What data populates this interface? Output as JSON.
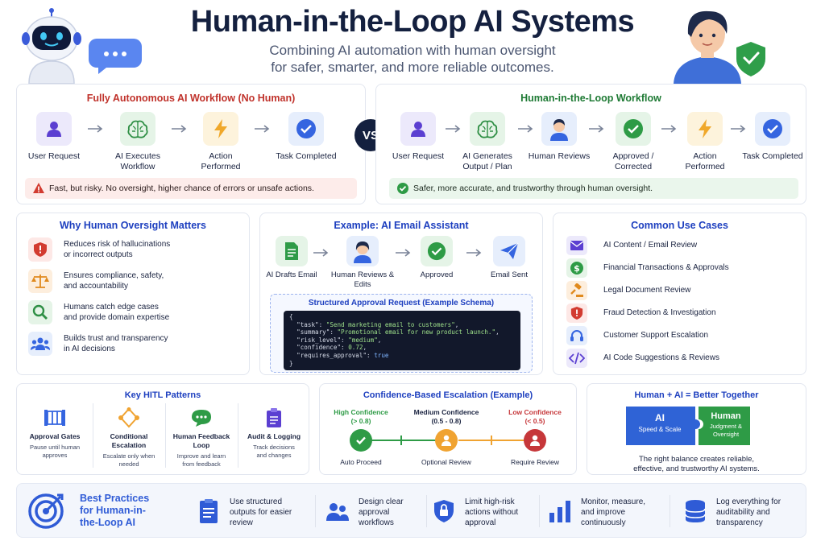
{
  "header": {
    "title": "Human-in-the-Loop AI Systems",
    "subtitle_line1": "Combining AI automation with human oversight",
    "subtitle_line2": "for safer, smarter, and more reliable outcomes."
  },
  "autonomous": {
    "title": "Fully Autonomous AI Workflow (No Human)",
    "steps": [
      {
        "label": "User Request",
        "icon": "user-icon"
      },
      {
        "label": "AI Executes Workflow",
        "icon": "brain-icon"
      },
      {
        "label": "Action Performed",
        "icon": "lightning-icon"
      },
      {
        "label": "Task Completed",
        "icon": "check-circle-icon"
      }
    ],
    "note": "Fast, but risky. No oversight, higher chance of errors or unsafe actions."
  },
  "vs_label": "VS",
  "hitl": {
    "title": "Human-in-the-Loop Workflow",
    "steps": [
      {
        "label": "User Request",
        "icon": "user-icon"
      },
      {
        "label": "AI Generates Output / Plan",
        "icon": "brain-icon"
      },
      {
        "label": "Human Reviews",
        "icon": "reviewer-icon"
      },
      {
        "label": "Approved / Corrected",
        "icon": "check-circle-icon"
      },
      {
        "label": "Action Performed",
        "icon": "lightning-icon"
      },
      {
        "label": "Task Completed",
        "icon": "check-circle-icon"
      }
    ],
    "note": "Safer, more accurate, and trustworthy through human oversight."
  },
  "why": {
    "title": "Why Human Oversight Matters",
    "items": [
      {
        "line1": "Reduces risk of hallucinations",
        "line2": "or incorrect outputs",
        "icon": "shield-icon"
      },
      {
        "line1": "Ensures compliance, safety,",
        "line2": "and accountability",
        "icon": "scales-icon"
      },
      {
        "line1": "Humans catch edge cases",
        "line2": "and provide domain expertise",
        "icon": "magnifier-icon"
      },
      {
        "line1": "Builds trust and transparency",
        "line2": "in AI decisions",
        "icon": "people-icon"
      }
    ]
  },
  "email": {
    "title": "Example: AI Email Assistant",
    "steps": [
      {
        "label": "AI Drafts Email",
        "icon": "document-icon"
      },
      {
        "label": "Human Reviews & Edits",
        "icon": "reviewer-icon"
      },
      {
        "label": "Approved",
        "icon": "check-circle-icon"
      },
      {
        "label": "Email Sent",
        "icon": "paper-plane-icon"
      }
    ],
    "schema_title": "Structured Approval Request (Example Schema)",
    "schema": {
      "task_key": "\"task\"",
      "task_val": "\"Send marketing email to customers\"",
      "summary_key": "\"summary\"",
      "summary_val": "\"Promotional email for new product launch.\"",
      "risk_key": "\"risk_level\"",
      "risk_val": "\"medium\"",
      "confidence_key": "\"confidence\"",
      "confidence_val": "0.72",
      "approval_key": "\"requires_approval\"",
      "approval_val": "true"
    }
  },
  "use_cases": {
    "title": "Common Use Cases",
    "items": [
      {
        "label": "AI Content / Email Review",
        "icon": "envelope-icon"
      },
      {
        "label": "Financial Transactions & Approvals",
        "icon": "dollar-icon"
      },
      {
        "label": "Legal Document Review",
        "icon": "gavel-icon"
      },
      {
        "label": "Fraud Detection & Investigation",
        "icon": "shield-icon"
      },
      {
        "label": "Customer Support Escalation",
        "icon": "headset-icon"
      },
      {
        "label": "AI Code Suggestions & Reviews",
        "icon": "code-icon"
      }
    ]
  },
  "patterns": {
    "title": "Key HITL Patterns",
    "items": [
      {
        "name": "Approval Gates",
        "desc1": "Pause until human",
        "desc2": "approves",
        "icon": "gate-icon"
      },
      {
        "name": "Conditional Escalation",
        "desc1": "Escalate only when",
        "desc2": "needed",
        "icon": "branch-icon"
      },
      {
        "name": "Human Feedback Loop",
        "desc1": "Improve and learn",
        "desc2": "from feedback",
        "icon": "chat-icon"
      },
      {
        "name": "Audit & Logging",
        "desc1": "Track decisions",
        "desc2": "and changes",
        "icon": "clipboard-icon"
      }
    ]
  },
  "confidence": {
    "title": "Confidence-Based Escalation (Example)",
    "levels": [
      {
        "name": "High Confidence",
        "range": "(> 0.8)",
        "action": "Auto Proceed",
        "color": "#2e9b46"
      },
      {
        "name": "Medium Confidence",
        "range": "(0.5 - 0.8)",
        "action": "Optional Review",
        "color": "#f0a331"
      },
      {
        "name": "Low Confidence",
        "range": "(< 0.5)",
        "action": "Require Review",
        "color": "#c6373a"
      }
    ]
  },
  "together": {
    "title": "Human + AI = Better Together",
    "ai_label": "AI",
    "ai_sub": "Speed & Scale",
    "human_label": "Human",
    "human_sub1": "Judgment &",
    "human_sub2": "Oversight",
    "caption1": "The right balance creates reliable,",
    "caption2": "effective, and trustworthy AI systems."
  },
  "best_practices": {
    "title_line1": "Best Practices",
    "title_line2": "for Human-in-",
    "title_line3": "the-Loop AI",
    "items": [
      {
        "line1": "Use structured",
        "line2": "outputs for easier",
        "line3": "review",
        "icon": "checklist-icon"
      },
      {
        "line1": "Design clear",
        "line2": "approval",
        "line3": "workflows",
        "icon": "users-icon"
      },
      {
        "line1": "Limit high-risk",
        "line2": "actions without",
        "line3": "approval",
        "icon": "lock-shield-icon"
      },
      {
        "line1": "Monitor, measure,",
        "line2": "and improve",
        "line3": "continuously",
        "icon": "bar-chart-icon"
      },
      {
        "line1": "Log everything for",
        "line2": "auditability and",
        "line3": "transparency",
        "icon": "database-icon"
      }
    ]
  },
  "colors": {
    "navy": "#14203f",
    "red": "#c0322b",
    "green": "#1e7a34",
    "blue": "#1d3fbf"
  }
}
